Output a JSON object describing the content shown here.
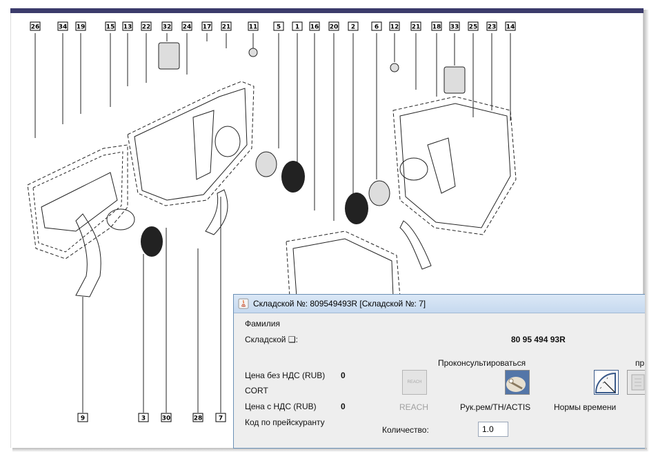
{
  "diagram": {
    "callouts": [
      "26",
      "34",
      "19",
      "15",
      "13",
      "22",
      "32",
      "24",
      "17",
      "21",
      "11",
      "5",
      "1",
      "16",
      "20",
      "2",
      "6",
      "12",
      "21",
      "18",
      "33",
      "25",
      "23",
      "14",
      "9",
      "3",
      "30",
      "28",
      "7"
    ]
  },
  "dialog": {
    "title": "Складской №: 809549493R [Складской №: 7]",
    "surname_label": "Фамилия",
    "stock_label": "Складской ❑:",
    "stock_value": "80 95 494 93R",
    "price_no_vat_label": "Цена без НДС (RUB)",
    "price_no_vat_value": "0",
    "cort_label": "CORT",
    "price_vat_label": "Цена с НДС (RUB)",
    "price_vat_value": "0",
    "pricelist_code_label": "Код по прейскуранту",
    "consult_header": "Проконсультироваться",
    "truncated_header": "пр",
    "reach_label": "REACH",
    "reach_icon_text": "REACH",
    "manual_label": "Рук.рем/TH/ACTIS",
    "time_norms_label": "Нормы времени",
    "quantity_label": "Количество:",
    "quantity_value": "1.0"
  }
}
